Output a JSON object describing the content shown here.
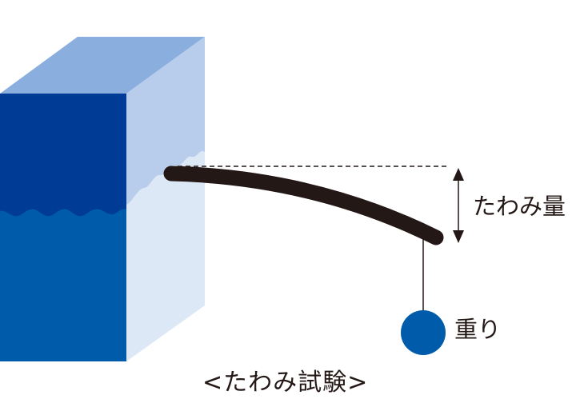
{
  "labels": {
    "deflection": "たわみ量",
    "weight": "重り",
    "caption": "<たわみ試験>"
  },
  "colors": {
    "block_front_dark": "#003c96",
    "block_front_light": "#005bab",
    "block_top": "#8aaede",
    "block_side_upper": "#b8cceb",
    "block_side_lower": "#dde8f7",
    "rod": "#231815",
    "weight": "#005bab"
  }
}
